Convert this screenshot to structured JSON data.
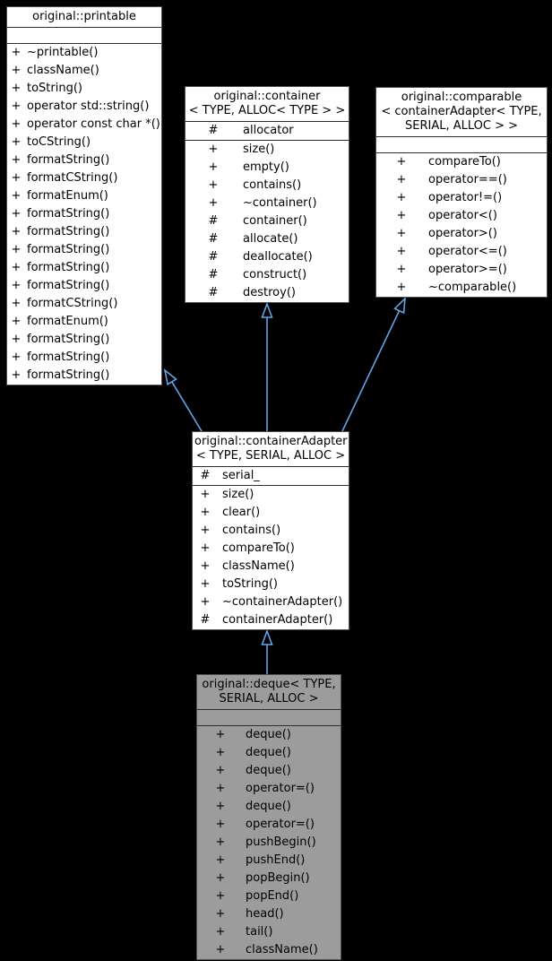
{
  "diagram_type": "uml-class-inheritance-diagram",
  "colors": {
    "background": "#000000",
    "node_fill": "#ffffff",
    "node_border": "#4e4e4e",
    "separator": "#2e2e2e",
    "highlight_fill": "#9c9c9c",
    "edge": "#63a4e7",
    "text": "#000000"
  },
  "classes": [
    {
      "id": "printable",
      "title_lines": [
        "original::printable"
      ],
      "highlighted": false,
      "attributes": [],
      "methods": [
        {
          "vis": "+",
          "name": "~printable()"
        },
        {
          "vis": "+",
          "name": "className()"
        },
        {
          "vis": "+",
          "name": "toString()"
        },
        {
          "vis": "+",
          "name": "operator std::string()"
        },
        {
          "vis": "+",
          "name": "operator const char *()"
        },
        {
          "vis": "+",
          "name": "toCString()"
        },
        {
          "vis": "+",
          "name": "formatString()"
        },
        {
          "vis": "+",
          "name": "formatCString()"
        },
        {
          "vis": "+",
          "name": "formatEnum()"
        },
        {
          "vis": "+",
          "name": "formatString()"
        },
        {
          "vis": "+",
          "name": "formatString()"
        },
        {
          "vis": "+",
          "name": "formatString()"
        },
        {
          "vis": "+",
          "name": "formatString()"
        },
        {
          "vis": "+",
          "name": "formatString()"
        },
        {
          "vis": "+",
          "name": "formatCString()"
        },
        {
          "vis": "+",
          "name": "formatEnum()"
        },
        {
          "vis": "+",
          "name": "formatString()"
        },
        {
          "vis": "+",
          "name": "formatString()"
        },
        {
          "vis": "+",
          "name": "formatString()"
        }
      ]
    },
    {
      "id": "container",
      "title_lines": [
        "original::container",
        "< TYPE, ALLOC< TYPE > >"
      ],
      "highlighted": false,
      "attributes": [
        {
          "vis": "#",
          "name": "allocator"
        }
      ],
      "methods": [
        {
          "vis": "+",
          "name": "size()"
        },
        {
          "vis": "+",
          "name": "empty()"
        },
        {
          "vis": "+",
          "name": "contains()"
        },
        {
          "vis": "+",
          "name": "~container()"
        },
        {
          "vis": "#",
          "name": "container()"
        },
        {
          "vis": "#",
          "name": "allocate()"
        },
        {
          "vis": "#",
          "name": "deallocate()"
        },
        {
          "vis": "#",
          "name": "construct()"
        },
        {
          "vis": "#",
          "name": "destroy()"
        }
      ]
    },
    {
      "id": "comparable",
      "title_lines": [
        "original::comparable",
        "< containerAdapter< TYPE,",
        "SERIAL, ALLOC > >"
      ],
      "highlighted": false,
      "attributes": [],
      "methods": [
        {
          "vis": "+",
          "name": "compareTo()"
        },
        {
          "vis": "+",
          "name": "operator==()"
        },
        {
          "vis": "+",
          "name": "operator!=()"
        },
        {
          "vis": "+",
          "name": "operator<()"
        },
        {
          "vis": "+",
          "name": "operator>()"
        },
        {
          "vis": "+",
          "name": "operator<=()"
        },
        {
          "vis": "+",
          "name": "operator>=()"
        },
        {
          "vis": "+",
          "name": "~comparable()"
        }
      ]
    },
    {
      "id": "containerAdapter",
      "title_lines": [
        "original::containerAdapter",
        "< TYPE, SERIAL, ALLOC >"
      ],
      "highlighted": false,
      "attributes": [
        {
          "vis": "#",
          "name": "serial_"
        }
      ],
      "methods": [
        {
          "vis": "+",
          "name": "size()"
        },
        {
          "vis": "+",
          "name": "clear()"
        },
        {
          "vis": "+",
          "name": "contains()"
        },
        {
          "vis": "+",
          "name": "compareTo()"
        },
        {
          "vis": "+",
          "name": "className()"
        },
        {
          "vis": "+",
          "name": "toString()"
        },
        {
          "vis": "+",
          "name": "~containerAdapter()"
        },
        {
          "vis": "#",
          "name": "containerAdapter()"
        }
      ]
    },
    {
      "id": "deque",
      "title_lines": [
        "original::deque< TYPE,",
        "SERIAL, ALLOC >"
      ],
      "highlighted": true,
      "attributes": [],
      "methods": [
        {
          "vis": "+",
          "name": "deque()"
        },
        {
          "vis": "+",
          "name": "deque()"
        },
        {
          "vis": "+",
          "name": "deque()"
        },
        {
          "vis": "+",
          "name": "operator=()"
        },
        {
          "vis": "+",
          "name": "deque()"
        },
        {
          "vis": "+",
          "name": "operator=()"
        },
        {
          "vis": "+",
          "name": "pushBegin()"
        },
        {
          "vis": "+",
          "name": "pushEnd()"
        },
        {
          "vis": "+",
          "name": "popBegin()"
        },
        {
          "vis": "+",
          "name": "popEnd()"
        },
        {
          "vis": "+",
          "name": "head()"
        },
        {
          "vis": "+",
          "name": "tail()"
        },
        {
          "vis": "+",
          "name": "className()"
        }
      ]
    }
  ],
  "edges": [
    {
      "from": "containerAdapter",
      "to": "printable",
      "type": "public-inheritance"
    },
    {
      "from": "containerAdapter",
      "to": "container",
      "type": "public-inheritance"
    },
    {
      "from": "containerAdapter",
      "to": "comparable",
      "type": "public-inheritance"
    },
    {
      "from": "deque",
      "to": "containerAdapter",
      "type": "public-inheritance"
    }
  ]
}
